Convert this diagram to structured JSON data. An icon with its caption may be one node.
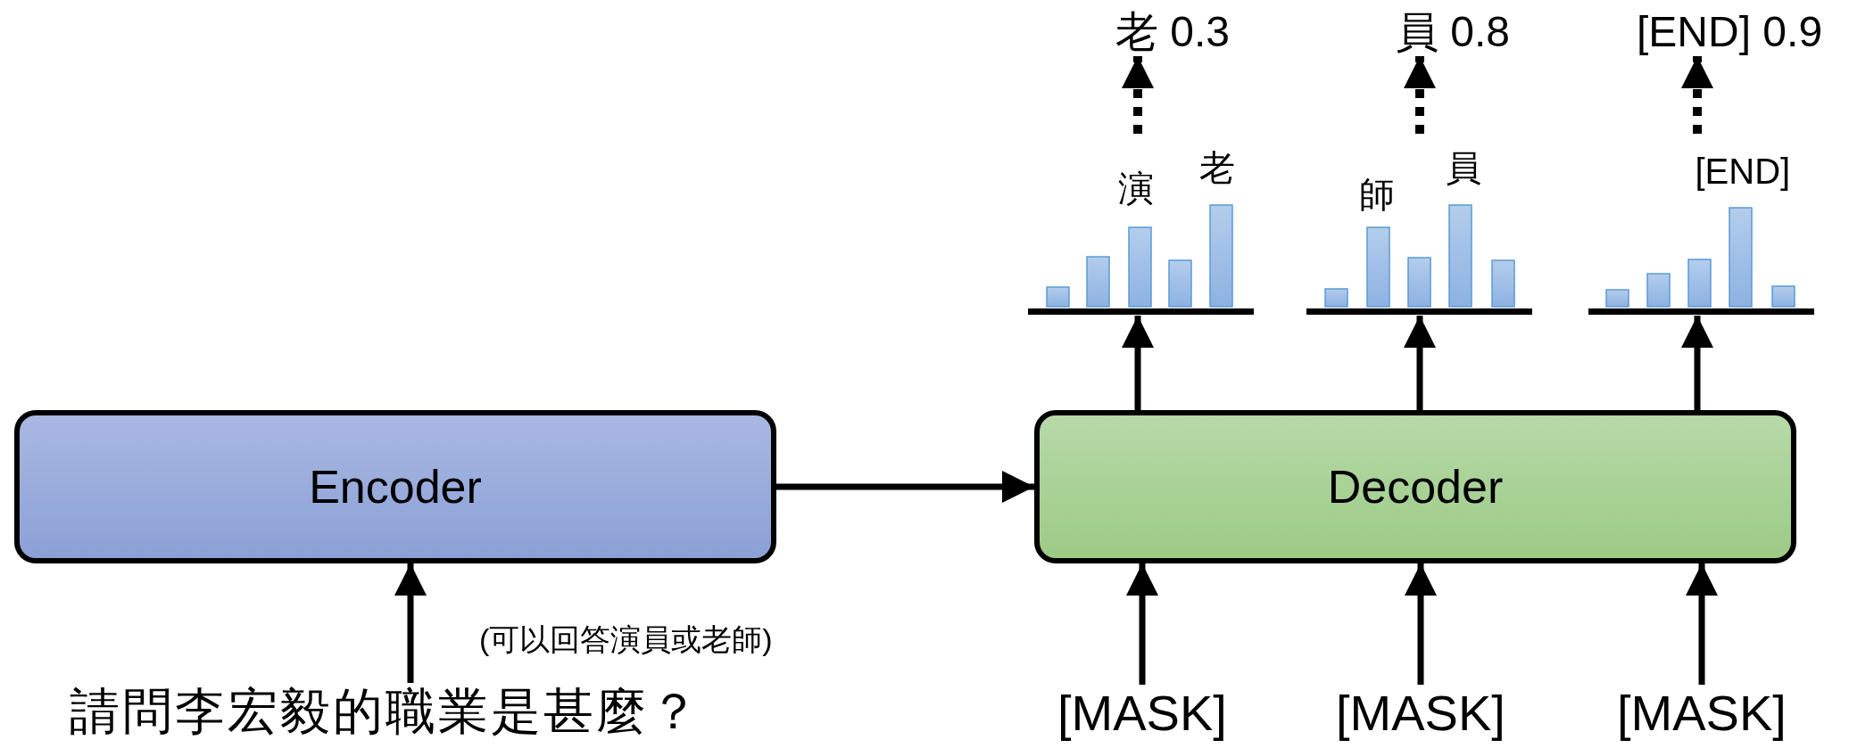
{
  "diagram": {
    "nodes": [
      {
        "text": [
          "Encoder"
        ]
      },
      {
        "text": [
          "Decoder"
        ]
      },
      {
        "text": [
          "請問李宏毅的職業是甚麼？"
        ]
      },
      {
        "text": [
          "[MASK]"
        ]
      },
      {
        "text": [
          "[MASK]"
        ]
      },
      {
        "text": [
          "[MASK]"
        ]
      },
      {
        "text": [
          "演",
          "老"
        ]
      },
      {
        "text": [
          "師",
          "員"
        ]
      },
      {
        "text": [
          "[END]"
        ]
      },
      {
        "text": [
          "老 0.3"
        ]
      },
      {
        "text": [
          "員 0.8"
        ]
      },
      {
        "text": [
          "[END] 0.9"
        ]
      }
    ],
    "edges": [
      {
        "from": 0,
        "to": 1,
        "arrow": "to"
      },
      {
        "from": 2,
        "to": 0,
        "arrow": "to"
      },
      {
        "from": 3,
        "to": 1,
        "arrow": "to"
      },
      {
        "from": 4,
        "to": 1,
        "arrow": "to"
      },
      {
        "from": 5,
        "to": 1,
        "arrow": "to"
      },
      {
        "from": 1,
        "to": 6,
        "arrow": "to"
      },
      {
        "from": 1,
        "to": 7,
        "arrow": "to"
      },
      {
        "from": 1,
        "to": 8,
        "arrow": "to"
      },
      {
        "from": 6,
        "to": 9,
        "arrow": "to",
        "style": "dashed"
      },
      {
        "from": 7,
        "to": 10,
        "arrow": "to",
        "style": "dashed"
      },
      {
        "from": 8,
        "to": 11,
        "arrow": "to",
        "style": "dashed"
      }
    ],
    "labels": [
      "(可以回答演員或老師)"
    ]
  }
}
